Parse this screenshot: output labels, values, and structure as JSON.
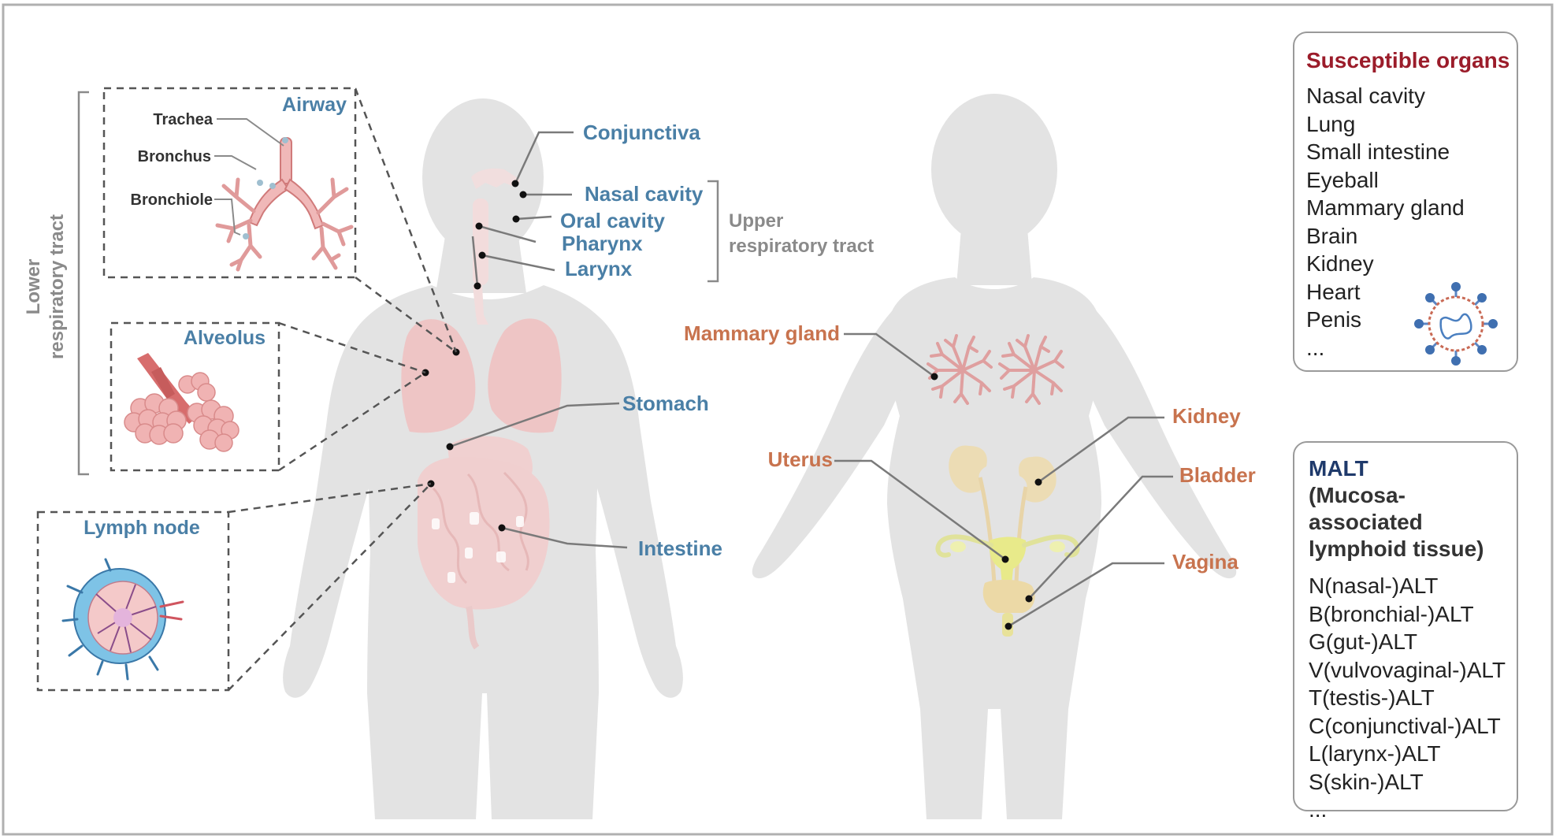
{
  "colors": {
    "blue_label": "#4a7fa6",
    "orange_label": "#c8734e",
    "grey_label": "#8a8a8a",
    "dark_label": "#333333",
    "title_red": "#9b1c2a",
    "title_navy": "#1f3a6b",
    "silhouette": "#e3e3e3",
    "organ_pink": "#e8a9a9"
  },
  "insets": {
    "airway": {
      "title": "Airway",
      "parts": [
        "Trachea",
        "Bronchus",
        "Bronchiole"
      ]
    },
    "alveolus": {
      "title": "Alveolus"
    },
    "lymph_node": {
      "title": "Lymph node"
    },
    "lower_respiratory_tract": [
      "Lower",
      "respiratory tract"
    ]
  },
  "male_labels": {
    "conjunctiva": "Conjunctiva",
    "nasal_cavity": "Nasal cavity",
    "oral_cavity": "Oral cavity",
    "pharynx": "Pharynx",
    "larynx": "Larynx",
    "upper_respiratory_tract": [
      "Upper",
      "respiratory tract"
    ],
    "stomach": "Stomach",
    "intestine": "Intestine"
  },
  "female_labels": {
    "mammary_gland": "Mammary gland",
    "uterus": "Uterus",
    "kidney": "Kidney",
    "bladder": "Bladder",
    "vagina": "Vagina"
  },
  "susceptible_organs": {
    "title": "Susceptible organs",
    "items": [
      "Nasal cavity",
      "Lung",
      "Small intestine",
      "Eyeball",
      "Mammary gland",
      "Brain",
      "Kidney",
      "Heart",
      "Penis",
      "..."
    ],
    "virus_icon": "coronavirus-icon"
  },
  "malt": {
    "title": "MALT",
    "subtitle": [
      "(Mucosa-associated",
      "lymphoid tissue)"
    ],
    "items": [
      "N(nasal-)ALT",
      "B(bronchial-)ALT",
      "G(gut-)ALT",
      "V(vulvovaginal-)ALT",
      "T(testis-)ALT",
      "C(conjunctival-)ALT",
      "L(larynx-)ALT",
      "S(skin-)ALT",
      "..."
    ]
  }
}
